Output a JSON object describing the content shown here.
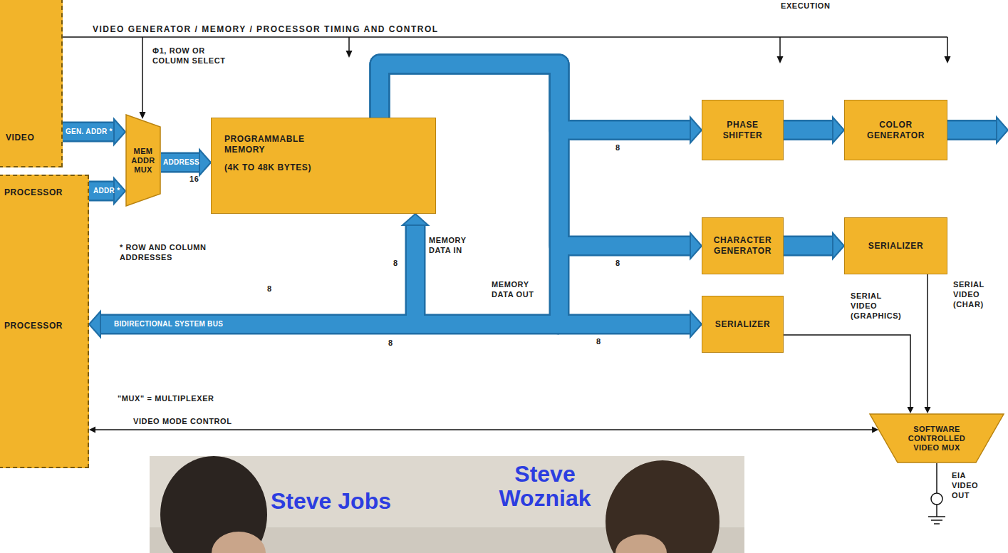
{
  "diagram": {
    "nodes": [
      {
        "text": [
          "VIDEO"
        ]
      },
      {
        "text": [
          "PROCESSOR",
          "PROCESSOR"
        ]
      },
      {
        "text": [
          "MEM ADDR MUX"
        ]
      },
      {
        "text": [
          "PROGRAMMABLE MEMORY",
          "(4K TO 48K BYTES)"
        ]
      },
      {
        "text": [
          "PHASE SHIFTER"
        ]
      },
      {
        "text": [
          "COLOR GENERATOR"
        ]
      },
      {
        "text": [
          "CHARACTER GENERATOR"
        ]
      },
      {
        "text": [
          "SERIALIZER"
        ]
      },
      {
        "text": [
          "SERIALIZER"
        ]
      },
      {
        "text": [
          "SOFTWARE CONTROLLED VIDEO MUX"
        ]
      }
    ],
    "edges": [
      {
        "from": 0,
        "to": 2,
        "arrow": "to",
        "label": "GEN. ADDR *"
      },
      {
        "from": 1,
        "to": 2,
        "arrow": "to",
        "label": "ADDR *"
      },
      {
        "from": 2,
        "to": 3,
        "arrow": "to",
        "label": "ADDRESS"
      },
      {
        "from": 3,
        "to": 4,
        "arrow": "to",
        "label": "8"
      },
      {
        "from": 3,
        "to": 6,
        "arrow": "to",
        "label": "8"
      },
      {
        "from": 3,
        "to": 8,
        "arrow": "to",
        "label": "8"
      },
      {
        "from": 3,
        "to": 1,
        "arrow": "both",
        "label": "BIDIRECTIONAL SYSTEM BUS"
      },
      {
        "from": 4,
        "to": 5,
        "arrow": "to"
      },
      {
        "from": 6,
        "to": 7,
        "arrow": "to"
      },
      {
        "from": 8,
        "to": 9,
        "arrow": "to",
        "label": "SERIAL VIDEO (GRAPHICS)"
      },
      {
        "from": 7,
        "to": 9,
        "arrow": "to",
        "label": "SERIAL VIDEO (CHAR)"
      },
      {
        "from": 1,
        "to": 9,
        "arrow": "both",
        "label": "VIDEO MODE CONTROL"
      }
    ],
    "labels": [
      "EXECUTION",
      "VIDEO GENERATOR / MEMORY / PROCESSOR TIMING AND CONTROL",
      "Φ1, ROW OR COLUMN SELECT",
      "16",
      "* ROW AND COLUMN ADDRESSES",
      "8",
      "MEMORY DATA IN",
      "8",
      "MEMORY DATA OUT",
      "8",
      "\"MUX\" = MULTIPLEXER",
      "EIA VIDEO OUT",
      "Steve Jobs",
      "Steve Wozniak"
    ]
  }
}
